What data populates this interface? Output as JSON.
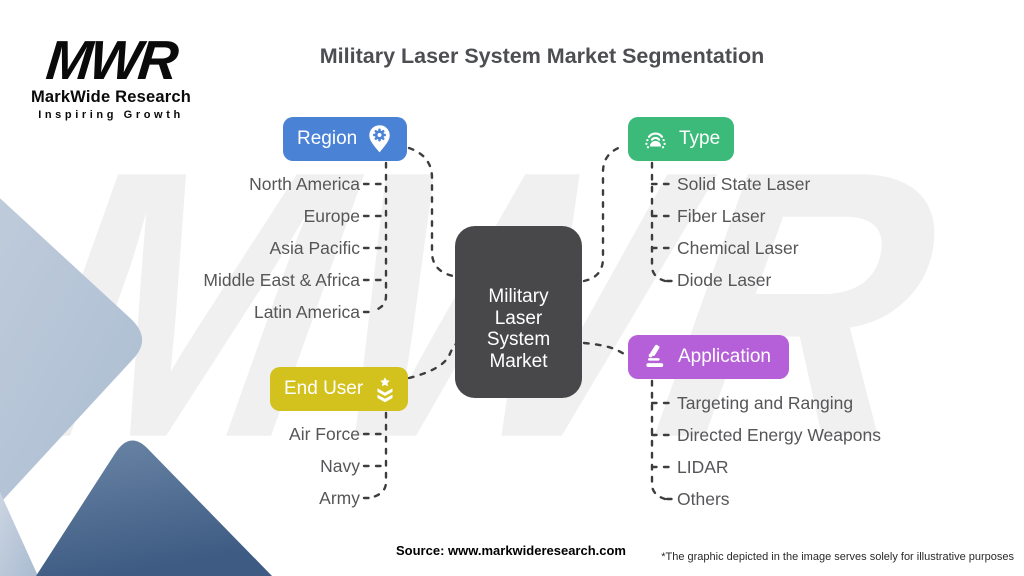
{
  "page": {
    "title": "Military Laser System Market Segmentation"
  },
  "logo": {
    "acronym": "MWR",
    "name": "MarkWide Research",
    "tagline": "Inspiring Growth"
  },
  "watermark": "MWR",
  "center": {
    "label": "Military Laser System Market",
    "lines": [
      "Military",
      "Laser",
      "System",
      "Market"
    ]
  },
  "branches": [
    {
      "id": "region",
      "label": "Region",
      "icon": "map-pin-gear-icon",
      "color": "#4a82d6",
      "items": [
        "North America",
        "Europe",
        "Asia Pacific",
        "Middle East & Africa",
        "Latin America"
      ]
    },
    {
      "id": "type",
      "label": "Type",
      "icon": "broadcast-signal-icon",
      "color": "#3cba7a",
      "items": [
        "Solid State Laser",
        "Fiber Laser",
        "Chemical Laser",
        "Diode Laser"
      ]
    },
    {
      "id": "end_user",
      "label": "End User",
      "icon": "military-rank-icon",
      "color": "#d3c11e",
      "items": [
        "Air Force",
        "Navy",
        "Army"
      ]
    },
    {
      "id": "application",
      "label": "Application",
      "icon": "microscope-icon",
      "color": "#b55fd8",
      "items": [
        "Targeting and Ranging",
        "Directed Energy Weapons",
        "LIDAR",
        "Others"
      ]
    }
  ],
  "footer": {
    "source": "Source: www.markwideresearch.com",
    "disclaimer": "*The graphic depicted in the image serves solely for illustrative purposes"
  },
  "colors": {
    "center_box": "#48484a",
    "item_text": "#565659",
    "title_text": "#4d4e52",
    "connector": "#3d3d3d",
    "deco_light": "#bcc9d9",
    "deco_dark": "#4f6c92"
  }
}
